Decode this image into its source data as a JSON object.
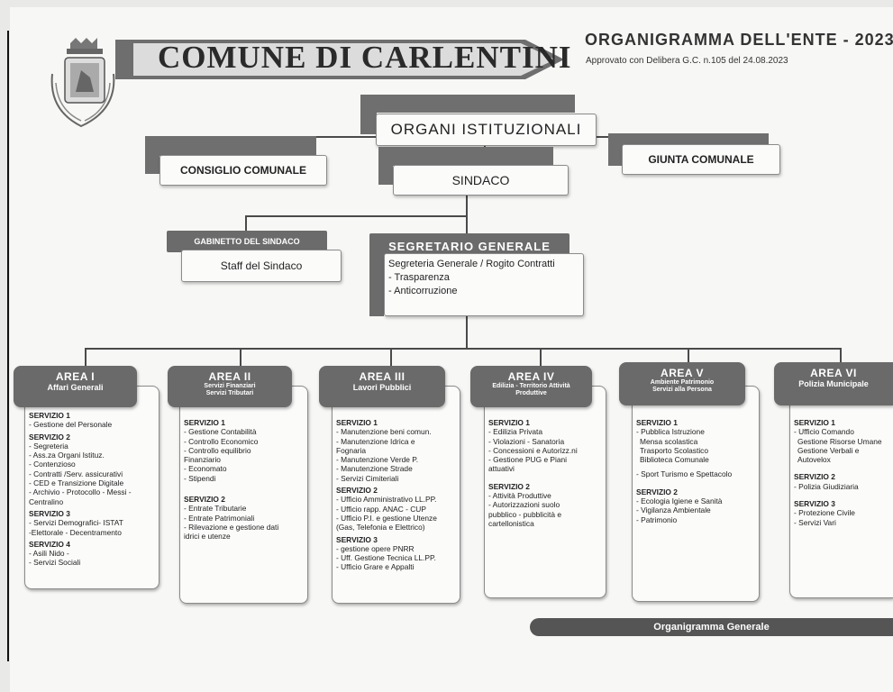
{
  "header": {
    "title": "COMUNE DI CARLENTINI",
    "org_title": "ORGANIGRAMMA DELL'ENTE - 2023",
    "approval": "Approvato con Delibera G.C. n.105 del 24.08.2023"
  },
  "organi": "ORGANI ISTITUZIONALI",
  "consiglio": "CONSIGLIO COMUNALE",
  "sindaco": "SINDACO",
  "giunta": "GIUNTA COMUNALE",
  "gabinetto": {
    "head": "GABINETTO DEL SINDACO",
    "body": "Staff del Sindaco"
  },
  "segretario": {
    "head": "SEGRETARIO GENERALE",
    "items": [
      "Segreteria Generale / Rogito Contratti",
      "Trasparenza",
      "Anticorruzione"
    ]
  },
  "areas": [
    {
      "title": "AREA I",
      "subtitle": "Affari Generali",
      "lines": [
        "SERVIZIO 1",
        "- Gestione del Personale",
        "SERVIZIO 2",
        "- Segreteria",
        "- Ass.za Organi Istituz.",
        "- Contenzioso",
        "- Contratti /Serv. assicurativi",
        "- CED e Transizione Digitale",
        "- Archivio - Protocollo - Messi -",
        "Centralino",
        "SERVIZIO 3",
        "- Servizi Demografici- ISTAT",
        "-Elettorale - Decentramento",
        "SERVIZIO 4",
        "- Asili Nido -",
        "- Servizi Sociali"
      ]
    },
    {
      "title": "AREA II",
      "subtitle": "Servizi Finanziari Servizi Tributari",
      "lines": [
        "SERVIZIO 1",
        "- Gestione Contabilità",
        "- Controllo Economico",
        "- Controllo equilibrio",
        "Finanziario",
        "- Economato",
        "- Stipendi",
        "SERVIZIO 2",
        "- Entrate Tributarie",
        "- Entrate Patrimoniali",
        "- Rilevazione e gestione dati",
        "idrici e utenze"
      ]
    },
    {
      "title": "AREA III",
      "subtitle": "Lavori Pubblici",
      "lines": [
        "SERVIZIO 1",
        "- Manutenzione beni comun.",
        "- Manutenzione Idrica e",
        "Fognaria",
        "- Manutenzione Verde P.",
        "- Manutenzione Strade",
        "- Servizi Cimiteriali",
        "SERVIZIO 2",
        "- Ufficio Amministrativo LL.PP.",
        "- Ufficio rapp. ANAC - CUP",
        "- Ufficio P.I. e gestione Utenze",
        "(Gas, Telefonia e Elettrico)",
        "SERVIZIO 3",
        "- gestione opere PNRR",
        "- Uff. Gestione Tecnica LL.PP.",
        "- Ufficio Grare e Appalti"
      ]
    },
    {
      "title": "AREA IV",
      "subtitle": "Edilizia - Territorio Attività Produttive",
      "lines": [
        "SERVIZIO 1",
        "- Edilizia Privata",
        "- Violazioni - Sanatoria",
        "- Concessioni e Autorizz.ni",
        "- Gestione PUG e Piani",
        "attuativi",
        "SERVIZIO 2",
        "- Attività Produttive",
        "- Autorizzazioni suolo",
        "pubblico - pubblicità e",
        "cartellonistica"
      ]
    },
    {
      "title": "AREA V",
      "subtitle": "Ambiente Patrimonio Servizi alla Persona",
      "lines": [
        "SERVIZIO 1",
        "- Pubblica Istruzione",
        "Mensa scolastica",
        "Trasporto Scolastico",
        "Biblioteca Comunale",
        "- Sport Turismo e Spettacolo",
        "SERVIZIO 2",
        "- Ecologia Igiene e Sanità",
        "- Vigilanza Ambientale",
        "- Patrimonio"
      ]
    },
    {
      "title": "AREA VI",
      "subtitle": "Polizia Municipale",
      "lines": [
        "SERVIZIO 1",
        "- Ufficio Comando",
        "Gestione Risorse Umane",
        "Gestione Verbali e",
        "Autovelox",
        "SERVIZIO 2",
        "- Polizia Giudiziaria",
        "SERVIZIO 3",
        "- Protezione Civile",
        "- Servizi Vari"
      ]
    }
  ],
  "footer": "Organigramma Generale"
}
